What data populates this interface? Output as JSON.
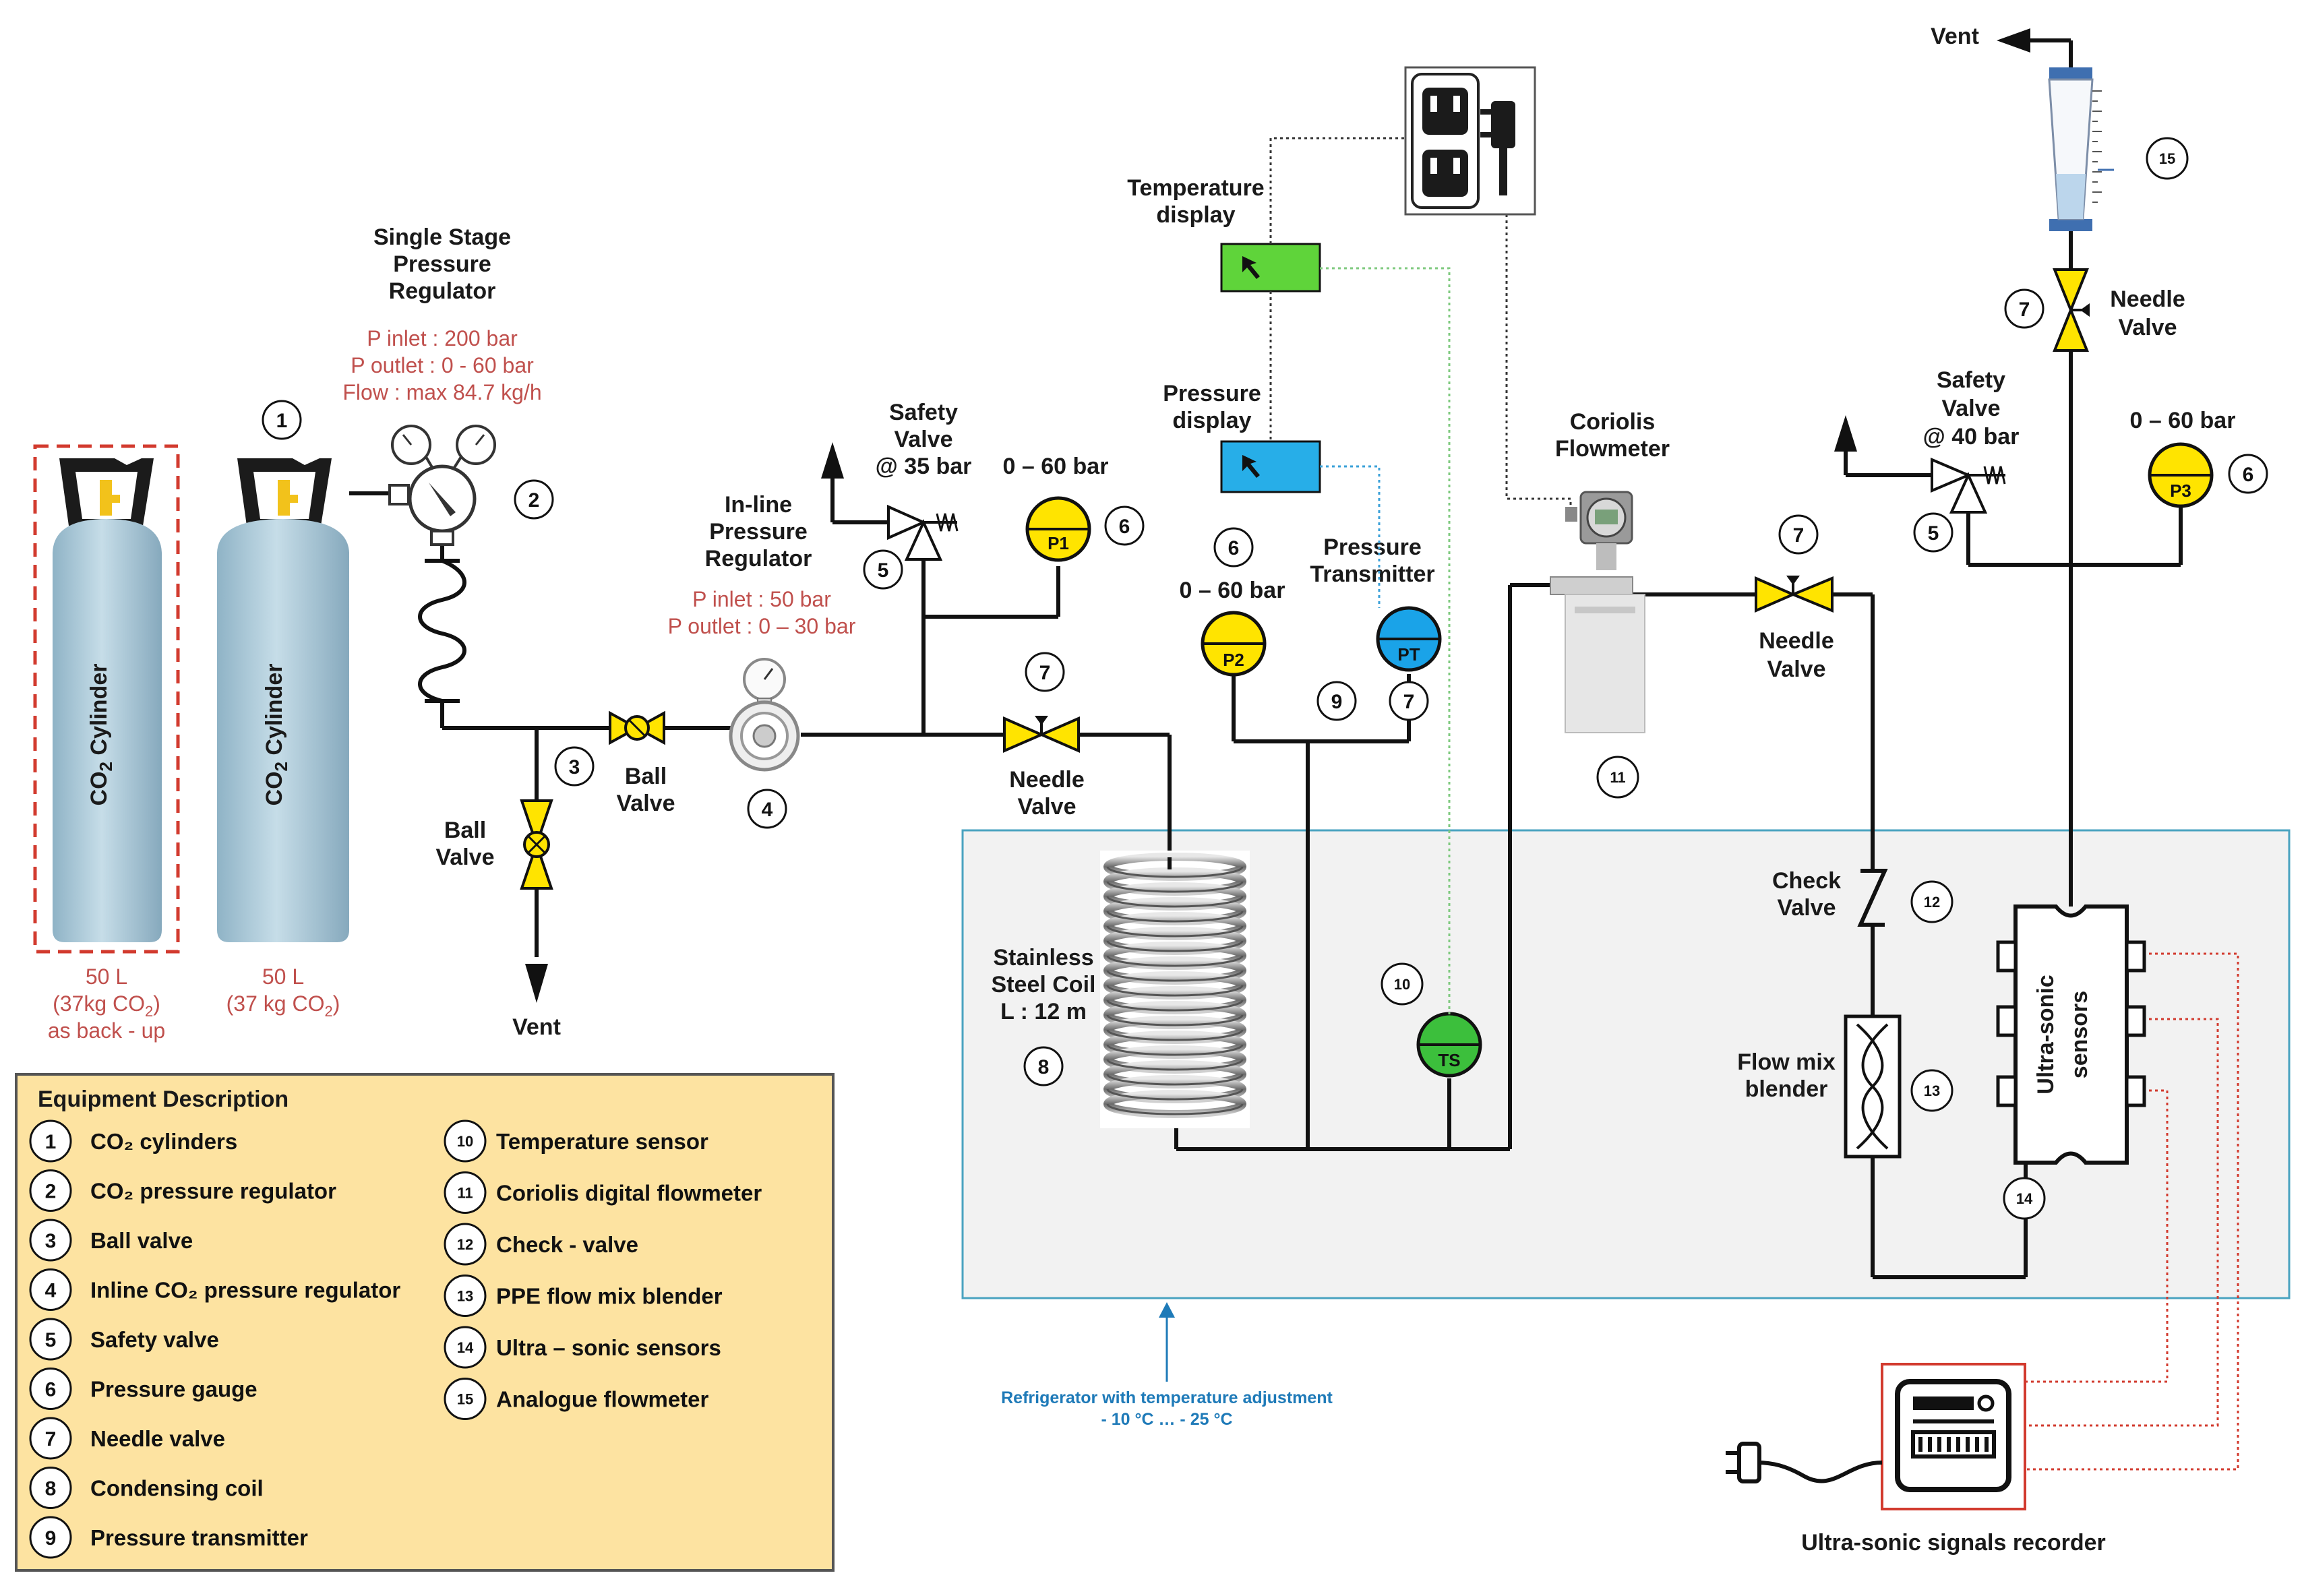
{
  "labels": {
    "regulator_title": [
      "Single Stage",
      "Pressure",
      "Regulator"
    ],
    "regulator_specs": [
      "P inlet : 200 bar",
      "P outlet : 0 - 60 bar",
      "Flow : max 84.7 kg/h"
    ],
    "inline_regulator_title": [
      "In-line",
      "Pressure",
      "Regulator"
    ],
    "inline_regulator_specs": [
      "P inlet : 50 bar",
      "P outlet : 0 – 30 bar"
    ],
    "safety_valve_1": [
      "Safety",
      "Valve",
      "@ 35 bar"
    ],
    "safety_valve_2": [
      "Safety",
      "Valve",
      "@ 40 bar"
    ],
    "range_p1": "0 – 60 bar",
    "range_p2": "0 – 60 bar",
    "range_p3": "0 – 60 bar",
    "gauge_p1": "P1",
    "gauge_p2": "P2",
    "gauge_p3": "P3",
    "gauge_pt": "PT",
    "gauge_ts": "TS",
    "temperature_display": [
      "Temperature",
      "display"
    ],
    "pressure_display": [
      "Pressure",
      "display"
    ],
    "pressure_transmitter": [
      "Pressure",
      "Transmitter"
    ],
    "coriolis": [
      "Coriolis",
      "Flowmeter"
    ],
    "needle_valve": [
      "Needle",
      "Valve"
    ],
    "ball_valve": [
      "Ball",
      "Valve"
    ],
    "check_valve": [
      "Check",
      "Valve"
    ],
    "flow_mix": [
      "Flow mix",
      "blender"
    ],
    "coil": [
      "Stainless",
      "Steel Coil",
      "L : 12 m"
    ],
    "ultrasonic_sensors": [
      "Ultra-sonic",
      "sensors"
    ],
    "vent": "Vent",
    "cylinder_label": "CO",
    "cylinder_label_suffix": " Cylinder",
    "cylinder_backup": [
      "50 L",
      "(37kg CO",
      ")",
      "as back - up"
    ],
    "cylinder_main": [
      "50 L",
      "(37 kg CO",
      ")"
    ],
    "refrigerator": [
      "Refrigerator with temperature adjustment",
      "- 10 °C … - 25 °C"
    ],
    "recorder": "Ultra-sonic signals recorder"
  },
  "legend": {
    "title": "Equipment Description",
    "items": [
      {
        "n": "1",
        "text": "CO₂ cylinders"
      },
      {
        "n": "2",
        "text": "CO₂ pressure regulator"
      },
      {
        "n": "3",
        "text": "Ball valve"
      },
      {
        "n": "4",
        "text": "Inline CO₂ pressure regulator"
      },
      {
        "n": "5",
        "text": "Safety valve"
      },
      {
        "n": "6",
        "text": "Pressure gauge"
      },
      {
        "n": "7",
        "text": "Needle valve"
      },
      {
        "n": "8",
        "text": "Condensing coil"
      },
      {
        "n": "9",
        "text": "Pressure transmitter"
      },
      {
        "n": "10",
        "text": "Temperature sensor"
      },
      {
        "n": "11",
        "text": "Coriolis digital flowmeter"
      },
      {
        "n": "12",
        "text": "Check - valve"
      },
      {
        "n": "13",
        "text": "PPE flow mix blender"
      },
      {
        "n": "14",
        "text": "Ultra – sonic sensors"
      },
      {
        "n": "15",
        "text": "Analogue flowmeter"
      }
    ]
  },
  "markers": [
    "1",
    "2",
    "3",
    "4",
    "5",
    "5",
    "6",
    "6",
    "6",
    "7",
    "7",
    "7",
    "7",
    "8",
    "9",
    "10",
    "11",
    "12",
    "13",
    "14",
    "15"
  ],
  "colors": {
    "gauge_yellow": "#ffe400",
    "gauge_blue": "#1aa3e8",
    "gauge_green": "#3cbf3c",
    "display_green": "#5fd43a",
    "display_blue": "#27aee8",
    "legend_fill": "#fde3a1",
    "fridge_fill": "#f2f2f2",
    "fridge_border": "#4aa3c0",
    "cylinder": "#a8c8d8",
    "red_accent": "#d23a2e"
  }
}
